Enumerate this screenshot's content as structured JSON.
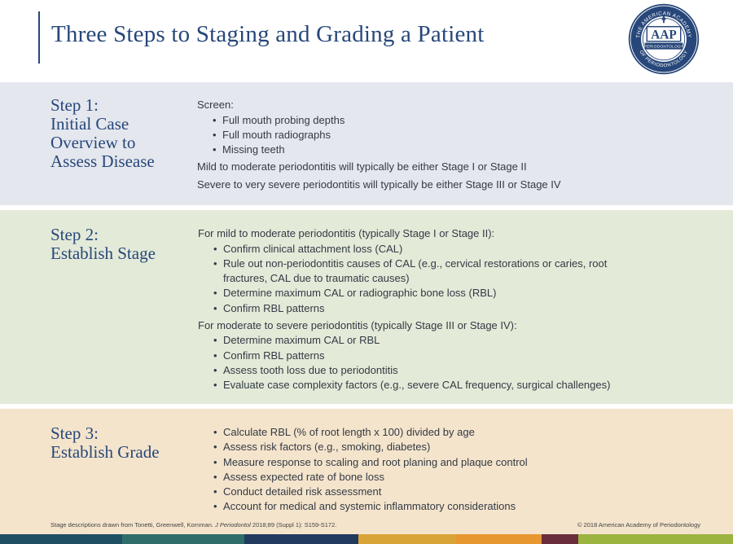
{
  "header": {
    "title": "Three Steps to Staging and Grading a Patient",
    "logo": {
      "acronym": "AAP",
      "ring_text_top": "THE AMERICAN ACADEMY",
      "ring_text_bottom": "OF PERIODONTOLOGY",
      "banner_text": "PERIODONTOLOGY",
      "colors": {
        "navy": "#27477a",
        "white": "#ffffff"
      }
    }
  },
  "steps": [
    {
      "heading": "Step 1:\nInitial Case\nOverview to\nAssess Disease",
      "intro": "Screen:",
      "bullets": [
        "Full mouth probing depths",
        "Full mouth radiographs",
        "Missing teeth"
      ],
      "notes": [
        "Mild to moderate periodontitis will typically be either Stage I or Stage II",
        "Severe to very severe periodontitis will typically be either Stage III or Stage IV"
      ]
    },
    {
      "heading": "Step 2:\nEstablish Stage",
      "groups": [
        {
          "intro": "For mild to moderate periodontitis (typically Stage I or Stage II):",
          "bullets": [
            "Confirm clinical attachment loss (CAL)",
            "Rule out non-periodontitis causes of CAL (e.g., cervical restorations or caries, root fractures, CAL due to traumatic causes)",
            "Determine maximum CAL or radiographic bone loss (RBL)",
            "Confirm RBL patterns"
          ]
        },
        {
          "intro": "For moderate to severe periodontitis (typically Stage III or Stage IV):",
          "bullets": [
            "Determine maximum CAL or RBL",
            "Confirm RBL patterns",
            "Assess tooth loss due to periodontitis",
            "Evaluate case complexity factors (e.g., severe CAL frequency, surgical challenges)"
          ]
        }
      ]
    },
    {
      "heading": "Step 3:\nEstablish Grade",
      "bullets": [
        "Calculate RBL (% of root length x 100) divided by age",
        "Assess risk factors (e.g., smoking, diabetes)",
        "Measure response to scaling and root planing and plaque control",
        "Assess expected rate of bone loss",
        "Conduct detailed risk assessment",
        "Account for medical and systemic inflammatory considerations"
      ]
    }
  ],
  "footer": {
    "source_prefix": "Stage descriptions drawn from Tonetti, Greenwell, Kornman. ",
    "source_journal": "J Periodontol",
    "source_suffix": " 2018;89 (Suppl 1): S159-S172.",
    "copyright": "© 2018 American Academy of Periodontology"
  },
  "colors": {
    "title": "#27477a",
    "step1_band": "#e4e7ee",
    "step2_band": "#e3ead8",
    "step3_band": "#f4e4cc",
    "stripe": [
      "#1e4f63",
      "#2e6e6a",
      "#223a5e",
      "#d9a437",
      "#e7972f",
      "#6a2d3b",
      "#9bb33f"
    ]
  }
}
